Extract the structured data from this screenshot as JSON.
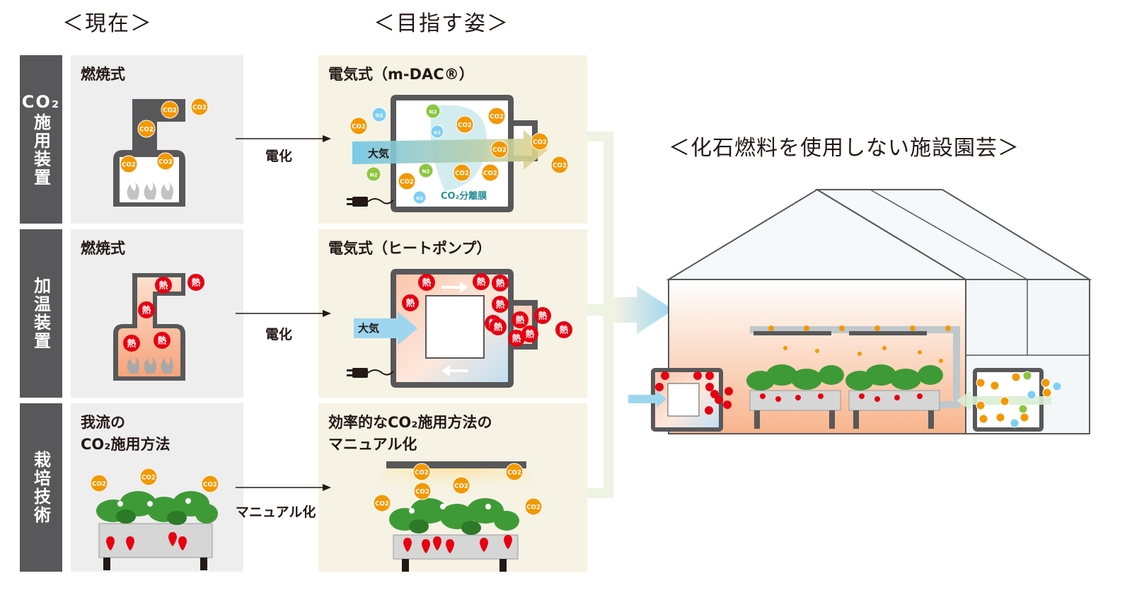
{
  "headers": {
    "current": "＜現在＞",
    "target": "＜目指す姿＞",
    "greenhouse": "＜化石燃料を使用しない施設園芸＞"
  },
  "rows": [
    {
      "label_top": "CO₂",
      "label": "施用装置",
      "current_title": "燃焼式",
      "arrow_label": "電化",
      "target_title": "電気式（m-DAC®）"
    },
    {
      "label_top": "",
      "label": "加温装置",
      "current_title": "燃焼式",
      "arrow_label": "電化",
      "target_title": "電気式（ヒートポンプ）"
    },
    {
      "label_top": "",
      "label": "栽培技術",
      "current_title": "我流の\nCO₂施用方法",
      "arrow_label": "マニュアル化",
      "target_title": "効率的なCO₂施用方法の\nマニュアル化"
    }
  ],
  "badges": {
    "co2": "CO2",
    "n2": "N2",
    "o2": "O2",
    "heat": "熱"
  },
  "dac": {
    "air_label": "大気",
    "membrane_label": "CO₂分離膜"
  },
  "heatpump": {
    "air_label": "大気"
  },
  "colors": {
    "side_label": "#58585a",
    "current_panel": "#eeeeee",
    "target_panel": "#f6f3e4",
    "co2": "#f39800",
    "heat": "#e60012",
    "n2": "#8cc63f",
    "o2": "#7ecef4",
    "air_arrow": "#6ec6e8"
  }
}
